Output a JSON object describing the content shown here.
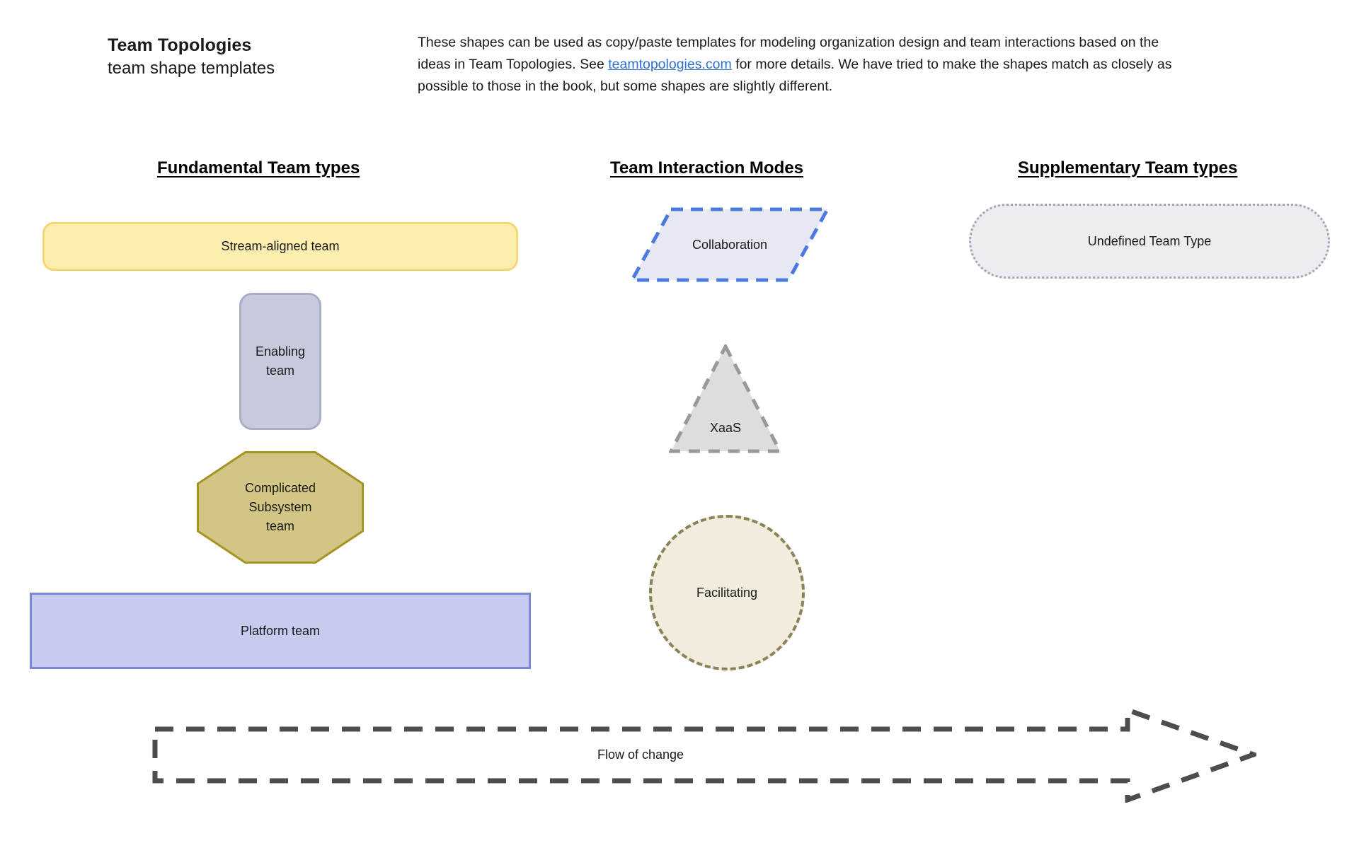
{
  "header": {
    "title_main": "Team Topologies",
    "title_sub": "team shape templates",
    "description_part1": "These shapes can be used as copy/paste templates for modeling organization design and team interactions based on the ideas in Team Topologies. See ",
    "description_link": "teamtopologies.com",
    "description_part2": " for more details. We have tried to make the shapes match as closely as possible to those in the book, but some shapes are slightly different.",
    "link_color": "#2f6fd0"
  },
  "columns": {
    "fundamental_heading": "Fundamental Team types",
    "interaction_heading": "Team Interaction Modes",
    "supplementary_heading": "Supplementary Team types"
  },
  "shapes": {
    "stream_aligned": {
      "label": "Stream-aligned team",
      "fill": "#fdeeb0",
      "stroke": "#f5d873",
      "form": "rounded-rectangle"
    },
    "enabling": {
      "label": "Enabling\nteam",
      "fill": "#c7c9dc",
      "stroke": "#aaadc6",
      "form": "rounded-rectangle"
    },
    "complicated_subsystem": {
      "label": "Complicated\nSubsystem\nteam",
      "fill": "#d3c583",
      "stroke": "#a39424",
      "form": "octagon"
    },
    "platform": {
      "label": "Platform team",
      "fill": "#c6cbef",
      "stroke": "#7b88d7",
      "form": "rectangle"
    },
    "collaboration": {
      "label": "Collaboration",
      "fill": "#e8e8f3",
      "stroke": "#4a7ae0",
      "form": "parallelogram-dashed"
    },
    "xaas": {
      "label": "XaaS",
      "fill": "#dddddd",
      "stroke": "#999999",
      "form": "triangle-dashed"
    },
    "facilitating": {
      "label": "Facilitating",
      "fill": "#f1ecde",
      "stroke": "#8a8357",
      "form": "circle-dashed"
    },
    "undefined_team_type": {
      "label": "Undefined Team Type",
      "fill": "#eeebf1",
      "stroke": "#aaa5b4",
      "form": "stadium-dotted"
    },
    "flow_of_change": {
      "label": "Flow of change",
      "fill": "none",
      "stroke": "#4d4d4d",
      "form": "block-arrow-dashed"
    }
  }
}
